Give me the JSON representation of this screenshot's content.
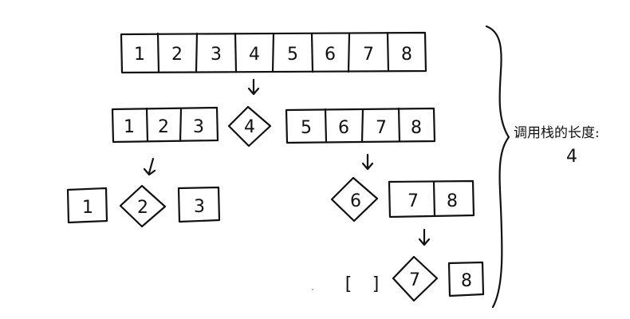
{
  "rows": {
    "top_array": [
      "1",
      "2",
      "3",
      "4",
      "5",
      "6",
      "7",
      "8"
    ],
    "left_part": [
      "1",
      "2",
      "3"
    ],
    "pivot_1": "4",
    "right_part": [
      "5",
      "6",
      "7",
      "8"
    ],
    "left_sub_left": "1",
    "left_sub_pivot": "2",
    "left_sub_right": "3",
    "right_sub_pivot": "6",
    "right_sub_right": [
      "7",
      "8"
    ],
    "empty_brackets_left": "[",
    "empty_brackets_right": "]",
    "deep_pivot": "7",
    "deep_right": "8"
  },
  "note": {
    "label": "调用栈的长度:",
    "value": "4"
  }
}
